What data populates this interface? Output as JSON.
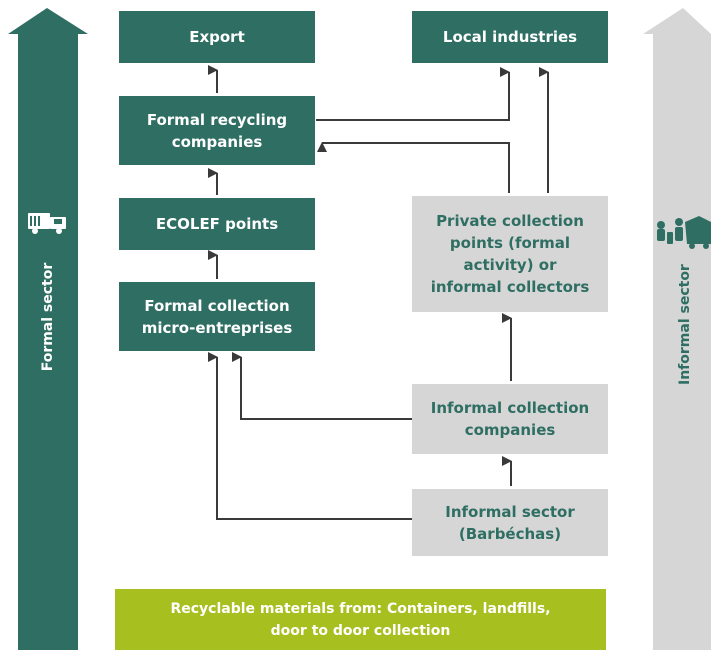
{
  "colors": {
    "formal_green": "#2f6e63",
    "informal_grey": "#d6d6d6",
    "source_lime": "#a8c01f",
    "line": "#3a3a3a"
  },
  "side_bars": {
    "formal_label": "Formal sector",
    "informal_label": "Informal sector",
    "formal_icon": "garbage-truck-icon",
    "informal_icon": "waste-pickers-icon"
  },
  "boxes": {
    "export": "Export",
    "local_industries": "Local industries",
    "formal_recycling": "Formal recycling\ncompanies",
    "ecolef_points": "ECOLEF points",
    "formal_collection": "Formal collection\nmicro-entreprises",
    "private_collection": "Private collection\npoints (formal\nactivity) or\ninformal collectors",
    "informal_companies": "Informal collection\ncompanies",
    "informal_sector": "Informal sector\n(Barbéchas)",
    "source": "Recyclable materials from: Containers, landfills,\ndoor to door collection"
  }
}
